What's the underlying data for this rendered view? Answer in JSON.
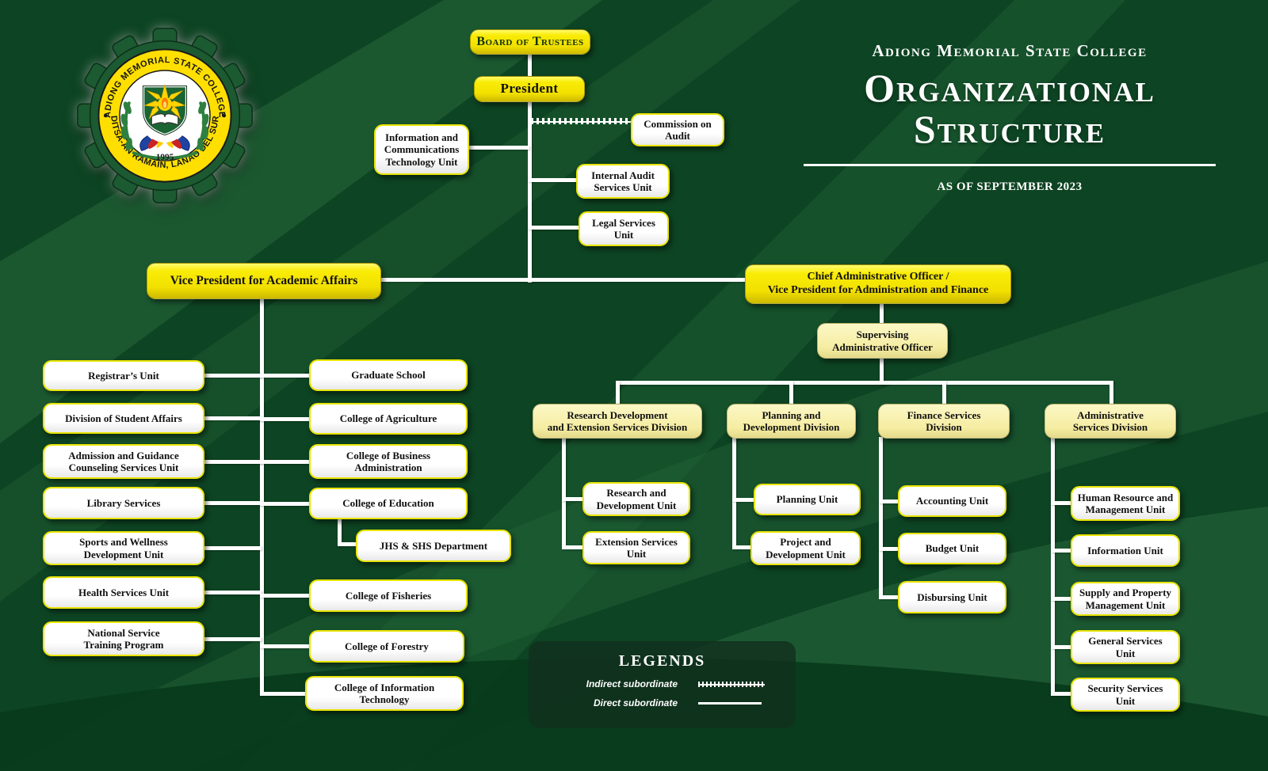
{
  "header": {
    "college": "Adiong Memorial State College",
    "title_line1": "Organizational",
    "title_line2": "Structure",
    "as_of": "AS OF SEPTEMBER 2023"
  },
  "logo": {
    "ring_top": "ADIONG MEMORIAL STATE COLLEGE",
    "ring_bottom": "DITSA-AN RAMAIN, LANAO DEL SUR",
    "year": "1995"
  },
  "nodes": {
    "board": "Board of Trustees",
    "president": "President",
    "commission_on_audit": "Commission on\nAudit",
    "ict_unit": "Information and\nCommunications\nTechnology Unit",
    "internal_audit": "Internal Audit\nServices Unit",
    "legal_services": "Legal Services\nUnit",
    "vpaa": "Vice President for Academic Affairs",
    "cao": "Chief Administrative Officer /\nVice President for Administration and Finance",
    "sao": "Supervising\nAdministrative Officer"
  },
  "academic": {
    "left_units": [
      "Registrar’s Unit",
      "Division of Student Affairs",
      "Admission and Guidance\nCounseling Services Unit",
      "Library Services",
      "Sports and Wellness\nDevelopment Unit",
      "Health Services Unit",
      "National Service\nTraining Program"
    ],
    "colleges": [
      "Graduate School",
      "College of Agriculture",
      "College of Business\nAdministration",
      "College of Education",
      "JHS & SHS Department",
      "College of Fisheries",
      "College of Forestry",
      "College of Information\nTechnology"
    ]
  },
  "admin_divisions": [
    {
      "label": "Research Development\nand Extension Services Division",
      "children": [
        "Research and\nDevelopment Unit",
        "Extension Services\nUnit"
      ]
    },
    {
      "label": "Planning and\nDevelopment Division",
      "children": [
        "Planning Unit",
        "Project and\nDevelopment Unit"
      ]
    },
    {
      "label": "Finance Services\nDivision",
      "children": [
        "Accounting Unit",
        "Budget Unit",
        "Disbursing Unit"
      ]
    },
    {
      "label": "Administrative\nServices Division",
      "children": [
        "Human Resource and\nManagement Unit",
        "Information Unit",
        "Supply and Property\nManagement Unit",
        "General Services\nUnit",
        "Security Services\nUnit"
      ]
    }
  ],
  "legend": {
    "title": "LEGENDS",
    "indirect": "Indirect subordinate",
    "direct": "Direct subordinate"
  },
  "colors": {
    "background_green": "#0d4423",
    "ray_green": "#26663a",
    "bright_yellow": "#f6e800",
    "pale_yellow": "#f5eda2",
    "box_white": "#ffffff",
    "line_white": "#ffffff",
    "text_black": "#111111"
  }
}
